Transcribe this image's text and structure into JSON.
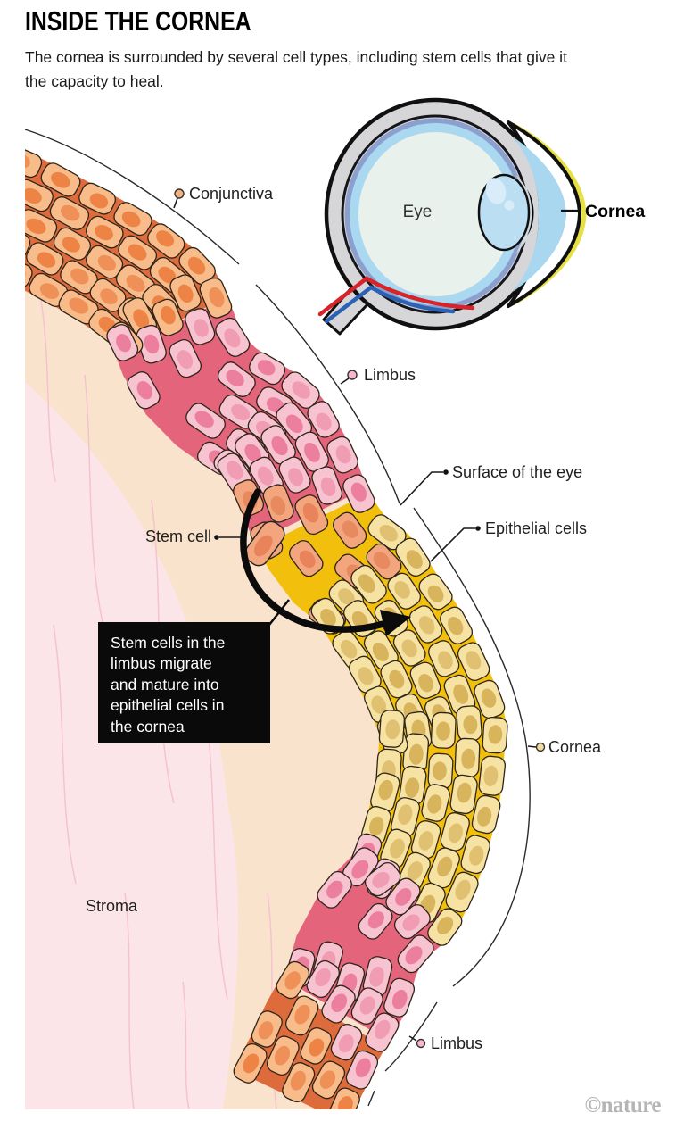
{
  "header": {
    "title": "INSIDE THE CORNEA",
    "subtitle": "The cornea is surrounded by several cell types, including stem cells that give it the capacity to heal."
  },
  "inset": {
    "eye_label": "Eye",
    "cornea_label": "Cornea"
  },
  "labels": {
    "conjunctiva": "Conjunctiva",
    "limbus_top": "Limbus",
    "surface": "Surface of the eye",
    "epithelial": "Epithelial cells",
    "cornea": "Cornea",
    "limbus_bottom": "Limbus",
    "stem_cell": "Stem cell",
    "stroma": "Stroma"
  },
  "callout": {
    "lines": [
      "Stem cells in the",
      "limbus migrate",
      "and mature into",
      "epithelial cells in",
      "the cornea"
    ]
  },
  "credit": "©nature",
  "colors": {
    "peach": "#FAE3CC",
    "stroma": "#FBE5E9",
    "stroma_streak": "#F4C3CF",
    "cell_types": {
      "conjunctiva": {
        "body": "#F7BC8A",
        "nuclei": [
          "#EF9058",
          "#ED8446"
        ],
        "gap": "#DE6B3C"
      },
      "limbus": {
        "body": "#F7C3D1",
        "nuclei": [
          "#F09CB3",
          "#EC7E9E"
        ],
        "gap": "#E4647B"
      },
      "stem": {
        "body": "#F3A67E",
        "nuclei": [
          "#E8835B",
          "#E88A5F"
        ],
        "gap": "#F0A93C"
      },
      "cornea_epithelium": {
        "body": "#F6E2A2",
        "nuclei": [
          "#E0C172",
          "#D8B55C"
        ],
        "gap": "#F2C00C"
      }
    },
    "inset": {
      "sclera": "#D6D6D9",
      "ring_slate": "#8CA0CE",
      "ring_blue": "#AAD8F1",
      "interior": "#E9F1EC",
      "lens": "#BCDEF2",
      "chamber": "#A9D7F0",
      "rim_yellow": "#E6E040",
      "nerve_red": "#D7232A",
      "nerve_blue": "#2B62B5"
    },
    "outline": "#2d2418",
    "line": "#222222"
  }
}
